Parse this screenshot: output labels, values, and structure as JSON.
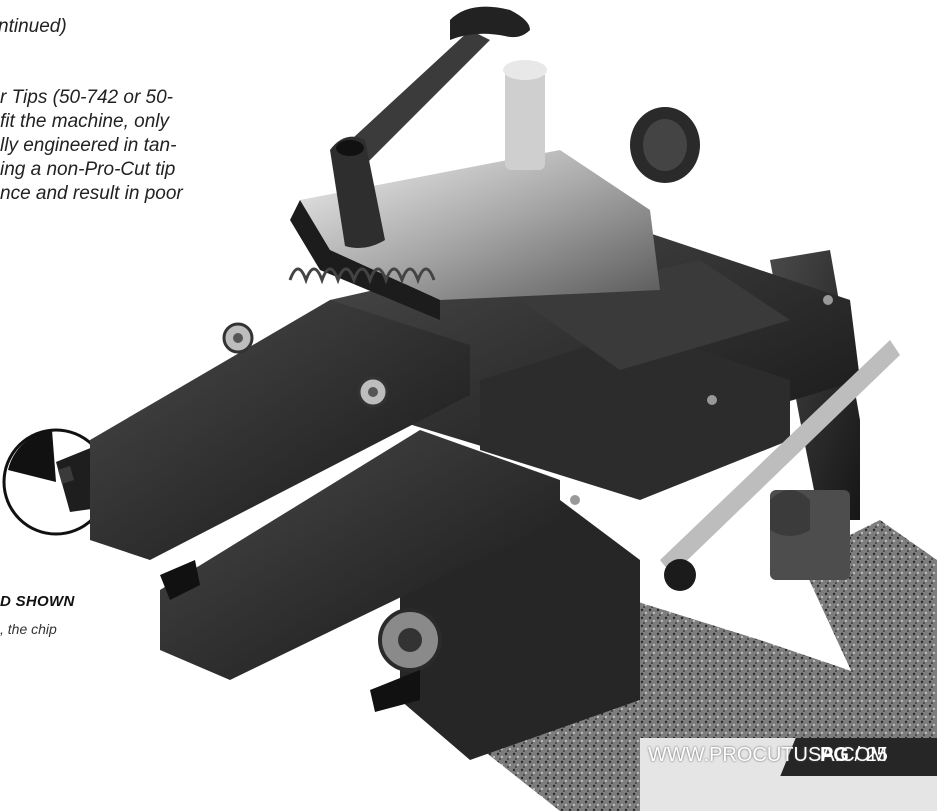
{
  "section_title": "ntinued)",
  "tips_text_lines": [
    "r Tips (50-742 or 50-",
    "fit the machine, only",
    "lly engineered in tan-",
    "ing a non-Pro-Cut tip",
    "nce and result in poor"
  ],
  "shown_label": "D SHOWN",
  "shown_sub": ", the chip",
  "footer": {
    "url": "WWW.PROCUTUSA.COM",
    "page_prefix": "PG",
    "page_separator": "/",
    "page_number": "25"
  }
}
